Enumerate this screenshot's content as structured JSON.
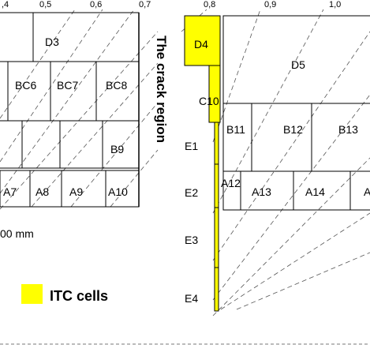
{
  "top_scale": {
    "ticks": [
      ",4",
      "0,5",
      "0,6",
      "0,7",
      "0,8",
      "0,9",
      "1,0"
    ]
  },
  "region_label": "The crack region",
  "unit_label": "00 mm",
  "legend": {
    "label": "ITC cells",
    "color": "#ffff00"
  },
  "colors": {
    "itc": "#ffff00",
    "cell_border": "#000000",
    "guide_lines": "#555555"
  },
  "left_cells": {
    "D3": "D3",
    "BC6": "BC6",
    "BC7": "BC7",
    "BC8": "BC8",
    "B9": "B9",
    "A7": "A7",
    "A8": "A8",
    "A9": "A9",
    "A10": "A10"
  },
  "right_cells": {
    "D4": "D4",
    "D5": "D5",
    "C10": "C10",
    "B11": "B11",
    "B12": "B12",
    "B13": "B13",
    "A12": "A12",
    "A13": "A13",
    "A14": "A14",
    "A15_partial": "A"
  },
  "itc_labels": {
    "E1": "E1",
    "E2": "E2",
    "E3": "E3",
    "E4": "E4"
  }
}
